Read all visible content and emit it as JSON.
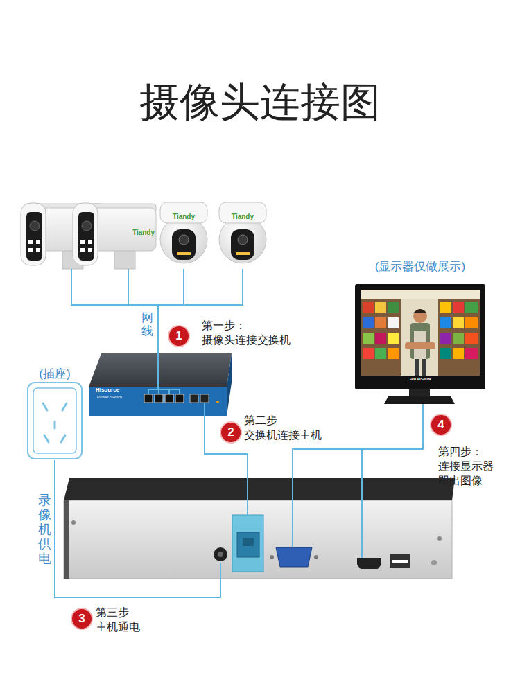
{
  "diagram": {
    "title": "摄像头连接图",
    "nodes": [
      {
        "text": [
          "Tiandy"
        ]
      },
      {
        "text": [
          "Tiandy"
        ]
      },
      {
        "text": [
          "Tiandy"
        ]
      },
      {
        "text": [
          "(显示器仅做展示)",
          "HIKVISION"
        ]
      },
      {
        "text": [
          "Hisource",
          "Power Switch"
        ]
      },
      {
        "text": [
          "(插座)"
        ]
      }
    ],
    "edges": [
      {
        "from": 0,
        "to": 4,
        "arrow": "none"
      },
      {
        "from": 1,
        "to": 4,
        "arrow": "none"
      },
      {
        "from": 2,
        "to": 4,
        "arrow": "none"
      }
    ],
    "labels": [
      "网线",
      "1",
      "第一步： 摄像头连接交换机",
      "2",
      "第二步 交换机连接主机",
      "3",
      "第三步 主机通电",
      "4",
      "第四步： 连接显示器 即出图像",
      "录像机供电"
    ]
  }
}
